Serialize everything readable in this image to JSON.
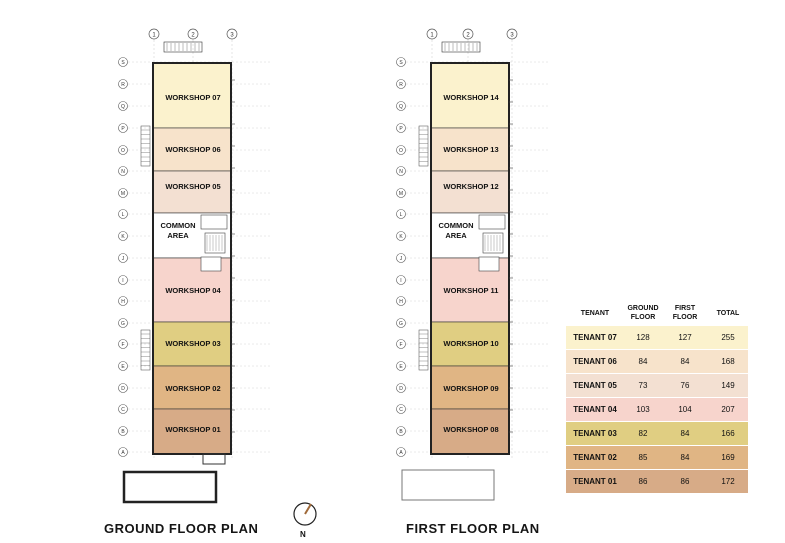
{
  "colors": {
    "t07": "#fbf2cd",
    "t06": "#f7e3cb",
    "t05": "#f3e0d2",
    "t04": "#f7d4cc",
    "t03": "#e0ce82",
    "t02": "#e0b584",
    "t01": "#d7ab87",
    "common": "#ffffff",
    "line": "#333333"
  },
  "grid": {
    "columns": [
      "1",
      "2",
      "3"
    ],
    "rows": [
      "S",
      "R",
      "Q",
      "P",
      "O",
      "N",
      "M",
      "L",
      "K",
      "J",
      "I",
      "H",
      "G",
      "F",
      "E",
      "D",
      "C",
      "B",
      "A"
    ]
  },
  "ground_floor": {
    "title": "GROUND FLOOR PLAN",
    "units": [
      {
        "label": "WORKSHOP 07",
        "tenant": "t07"
      },
      {
        "label": "WORKSHOP 06",
        "tenant": "t06"
      },
      {
        "label": "WORKSHOP 05",
        "tenant": "t05"
      },
      {
        "label": "COMMON AREA",
        "tenant": "common"
      },
      {
        "label": "WORKSHOP 04",
        "tenant": "t04"
      },
      {
        "label": "WORKSHOP 03",
        "tenant": "t03"
      },
      {
        "label": "WORKSHOP 02",
        "tenant": "t02"
      },
      {
        "label": "WORKSHOP 01",
        "tenant": "t01"
      }
    ]
  },
  "first_floor": {
    "title": "FIRST FLOOR PLAN",
    "units": [
      {
        "label": "WORKSHOP 14",
        "tenant": "t07"
      },
      {
        "label": "WORKSHOP 13",
        "tenant": "t06"
      },
      {
        "label": "WORKSHOP 12",
        "tenant": "t05"
      },
      {
        "label": "COMMON AREA",
        "tenant": "common"
      },
      {
        "label": "WORKSHOP 11",
        "tenant": "t04"
      },
      {
        "label": "WORKSHOP 10",
        "tenant": "t03"
      },
      {
        "label": "WORKSHOP 09",
        "tenant": "t02"
      },
      {
        "label": "WORKSHOP 08",
        "tenant": "t01"
      }
    ]
  },
  "north_label": "N",
  "table": {
    "headers": [
      "TENANT",
      "GROUND\nFLOOR",
      "FIRST\nFLOOR",
      "TOTAL"
    ],
    "rows": [
      {
        "tenant": "TENANT 07",
        "ground": "128",
        "first": "127",
        "total": "255",
        "color": "t07"
      },
      {
        "tenant": "TENANT 06",
        "ground": "84",
        "first": "84",
        "total": "168",
        "color": "t06"
      },
      {
        "tenant": "TENANT 05",
        "ground": "73",
        "first": "76",
        "total": "149",
        "color": "t05"
      },
      {
        "tenant": "TENANT 04",
        "ground": "103",
        "first": "104",
        "total": "207",
        "color": "t04"
      },
      {
        "tenant": "TENANT 03",
        "ground": "82",
        "first": "84",
        "total": "166",
        "color": "t03"
      },
      {
        "tenant": "TENANT 02",
        "ground": "85",
        "first": "84",
        "total": "169",
        "color": "t02"
      },
      {
        "tenant": "TENANT 01",
        "ground": "86",
        "first": "86",
        "total": "172",
        "color": "t01"
      }
    ]
  }
}
